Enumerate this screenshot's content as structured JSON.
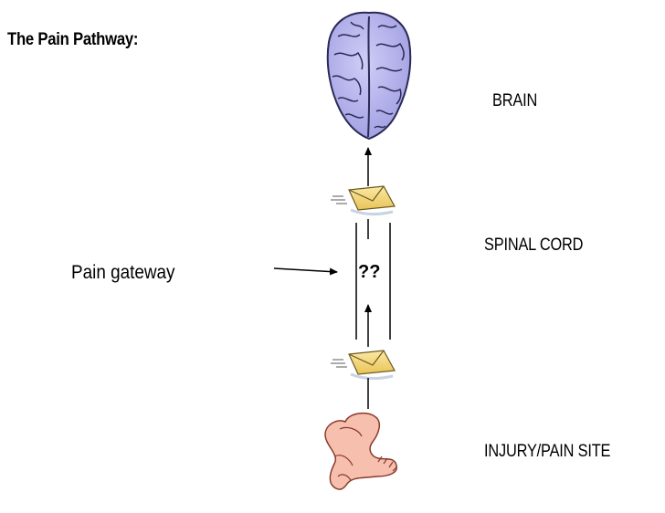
{
  "title": "The Pain Pathway:",
  "levels": {
    "brain": "BRAIN",
    "spinal_cord": "SPINAL CORD",
    "injury_site": "INJURY/PAIN  SITE"
  },
  "gateway": {
    "label": "Pain gateway",
    "unknown_mark": "??"
  },
  "colors": {
    "brain_fill": "#b8b6ef",
    "brain_outline": "#2a2a55",
    "envelope_fill": "#f3d77a",
    "foot_fill": "#f6bfae",
    "foot_outline": "#8a3a2a"
  },
  "icons": [
    "brain-icon",
    "envelope-icon",
    "foot-icon"
  ]
}
